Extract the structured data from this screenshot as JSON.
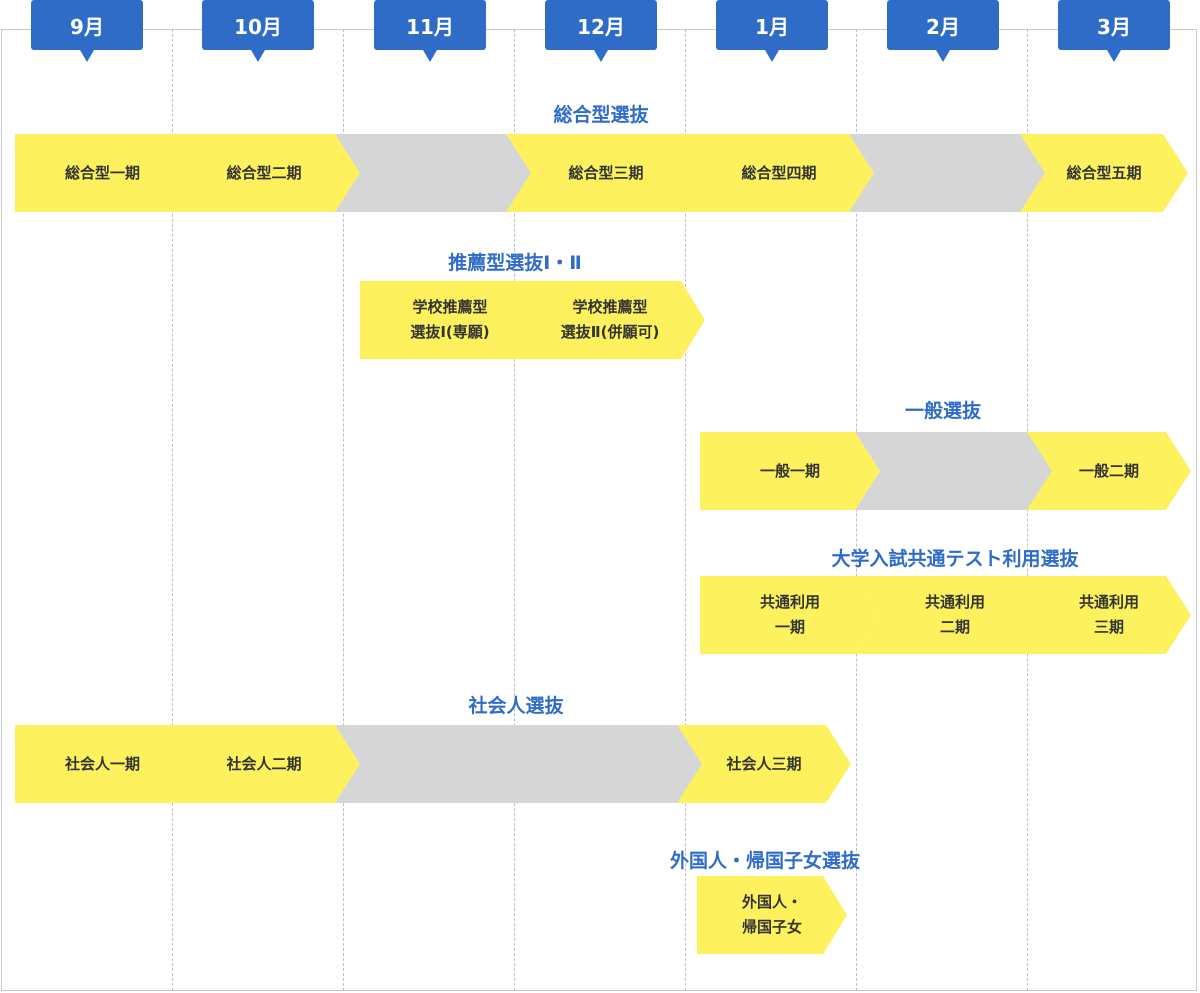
{
  "months": [
    "9月",
    "10月",
    "11月",
    "12月",
    "1月",
    "2月",
    "3月"
  ],
  "sections": {
    "sogo": {
      "heading": "総合型選抜",
      "steps": [
        {
          "label": "総合型一期",
          "state": "active"
        },
        {
          "label": "総合型二期",
          "state": "active"
        },
        {
          "label": "",
          "state": "inactive"
        },
        {
          "label": "総合型三期",
          "state": "active"
        },
        {
          "label": "総合型四期",
          "state": "active"
        },
        {
          "label": "",
          "state": "inactive"
        },
        {
          "label": "総合型五期",
          "state": "active"
        }
      ]
    },
    "suisen": {
      "heading": "推薦型選抜Ⅰ・Ⅱ",
      "steps": [
        {
          "label": "学校推薦型\n選抜Ⅰ(専願)",
          "state": "active"
        },
        {
          "label": "学校推薦型\n選抜Ⅱ(併願可)",
          "state": "active"
        }
      ]
    },
    "ippan": {
      "heading": "一般選抜",
      "steps": [
        {
          "label": "一般一期",
          "state": "active"
        },
        {
          "label": "",
          "state": "inactive"
        },
        {
          "label": "一般二期",
          "state": "active"
        }
      ]
    },
    "kyotsu": {
      "heading": "大学入試共通テスト利用選抜",
      "steps": [
        {
          "label": "共通利用\n一期",
          "state": "active"
        },
        {
          "label": "共通利用\n二期",
          "state": "active"
        },
        {
          "label": "共通利用\n三期",
          "state": "active"
        }
      ]
    },
    "shakaijin": {
      "heading": "社会人選抜",
      "steps": [
        {
          "label": "社会人一期",
          "state": "active"
        },
        {
          "label": "社会人二期",
          "state": "active"
        },
        {
          "label": "",
          "state": "inactive"
        },
        {
          "label": "",
          "state": "inactive"
        },
        {
          "label": "社会人三期",
          "state": "active"
        }
      ]
    },
    "gaikoku": {
      "heading": "外国人・帰国子女選抜",
      "steps": [
        {
          "label": "外国人・\n帰国子女",
          "state": "active"
        }
      ]
    }
  }
}
